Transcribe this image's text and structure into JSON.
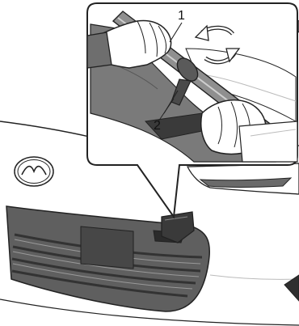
{
  "callouts": [
    {
      "id": "1",
      "label": "1"
    },
    {
      "id": "2",
      "label": "2"
    }
  ],
  "colors": {
    "outline": "#222222",
    "body_fill": "#ffffff",
    "dark_part": "#3a3a3a",
    "mid_gray": "#8a8a8a",
    "light_gray": "#c9c9c9",
    "hand_fill": "#ffffff"
  },
  "icons": {
    "rotate_arrows": "rotate-arrows-icon",
    "brand_emblem": "emblem-icon"
  }
}
